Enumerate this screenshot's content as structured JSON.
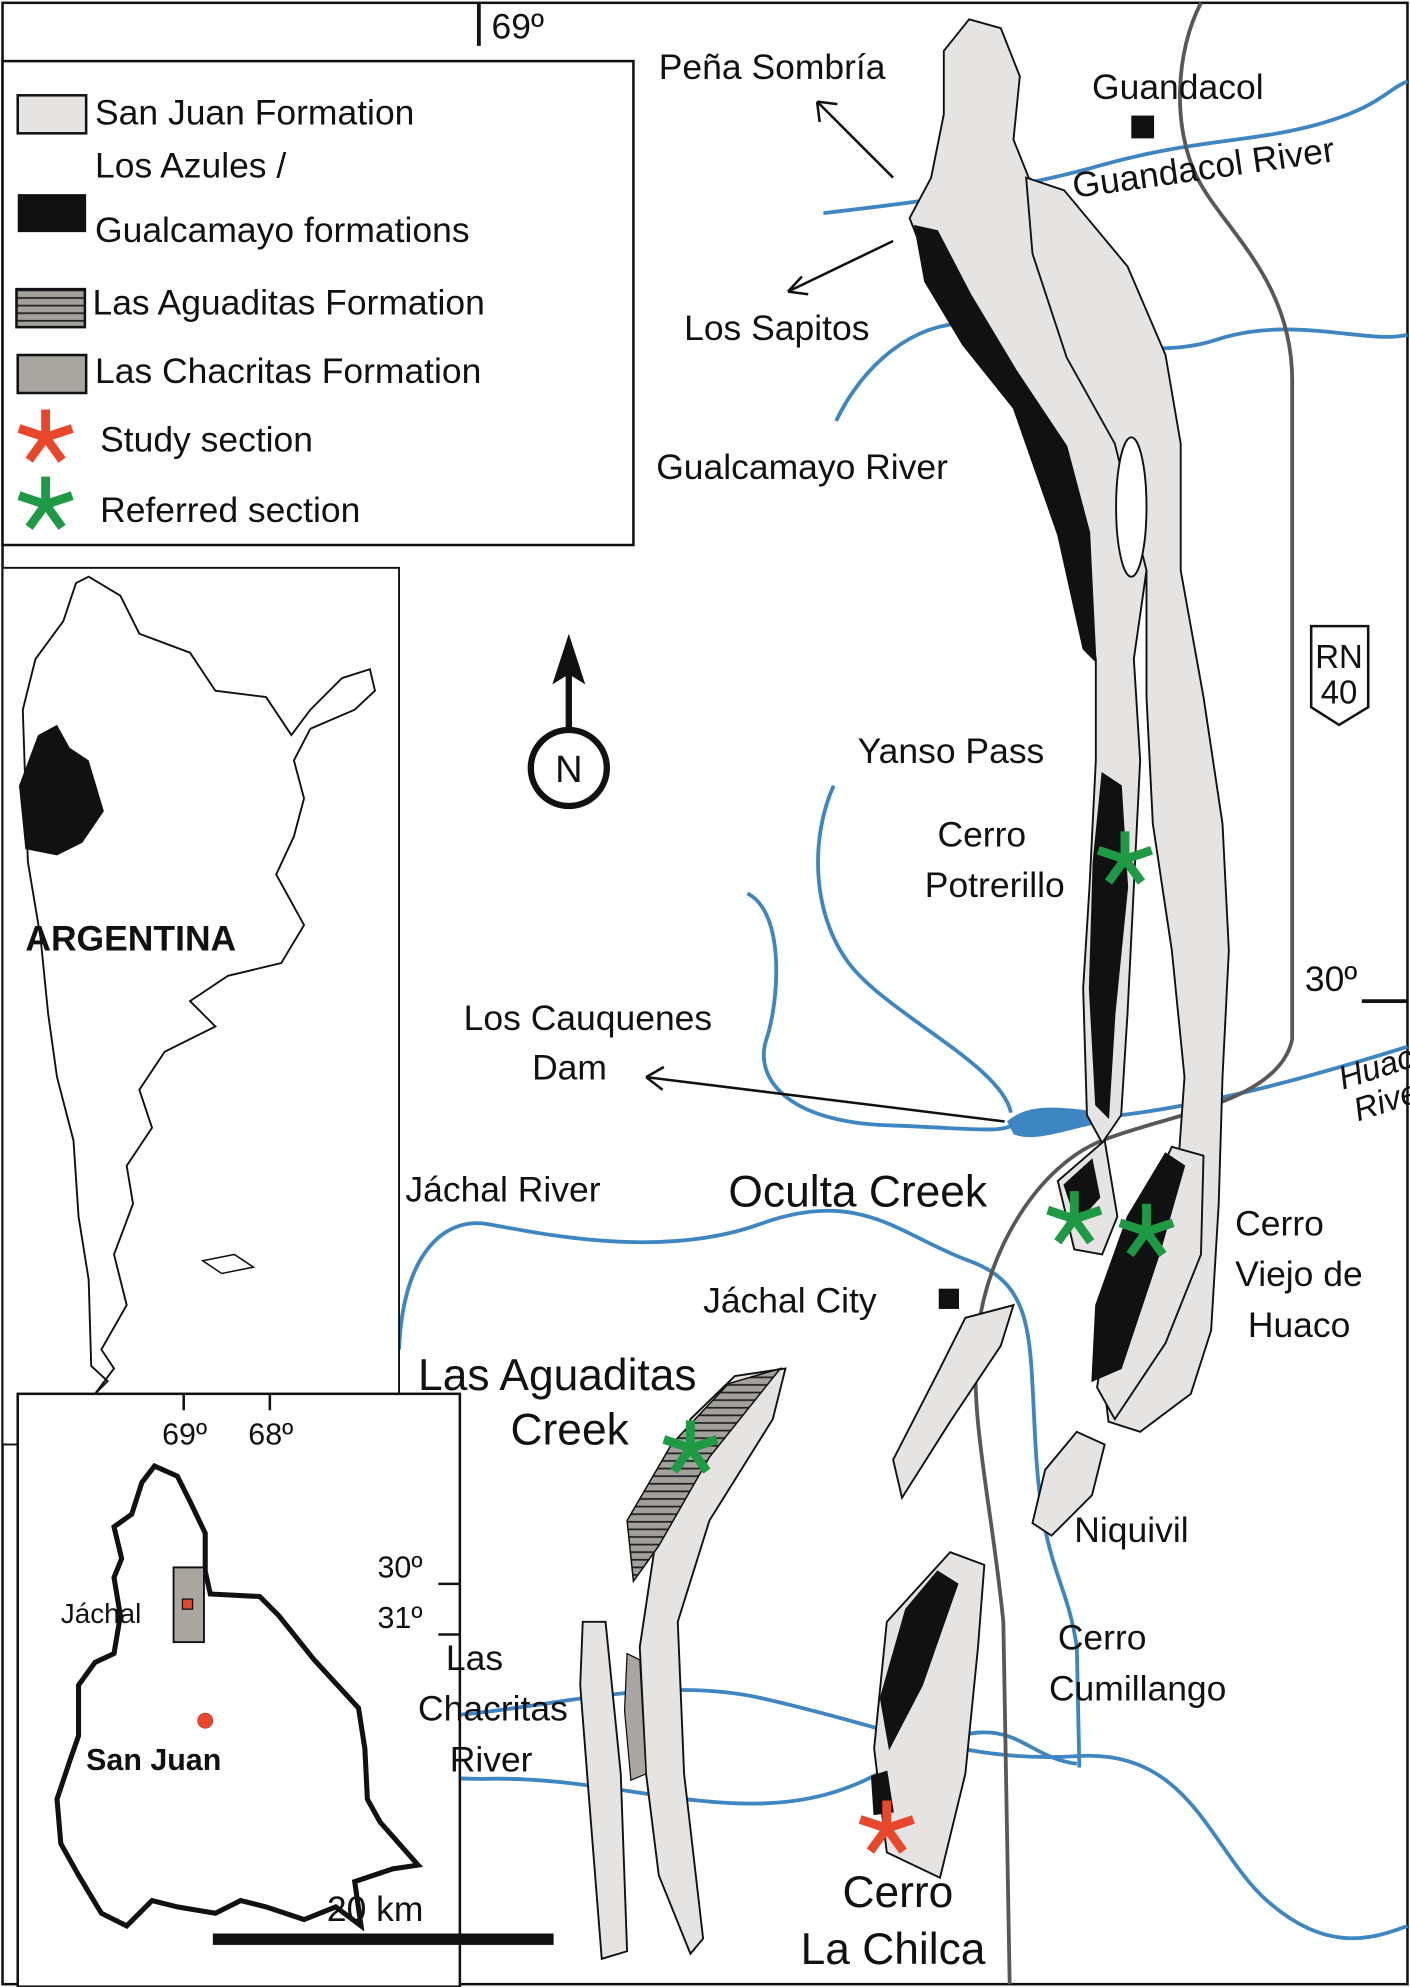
{
  "legend": {
    "items": [
      {
        "label": "San Juan Formation",
        "color": "#e6e4e2"
      },
      {
        "label_line1": "Los Azules /",
        "label_line2": "Gualcamayo formations",
        "color": "#111111"
      },
      {
        "label": "Las Aguaditas Formation",
        "color": "#9e9b97",
        "pattern": "horizontal-hatch"
      },
      {
        "label": "Las Chacritas Formation",
        "color": "#a9a6a2"
      },
      {
        "label": "Study section",
        "color": "#e8472c",
        "icon": "asterisk-icon"
      },
      {
        "label": "Referred section",
        "color": "#1e9a44",
        "icon": "asterisk-icon"
      }
    ]
  },
  "coordinates": {
    "lon_top": "69º",
    "lat_right": "30º"
  },
  "overview_map": {
    "country": "ARGENTINA"
  },
  "inset": {
    "lon1": "69º",
    "lon2": "68º",
    "lat1": "30º",
    "lat2": "31º",
    "town": "Jáchal",
    "province": "San Juan"
  },
  "places": {
    "pena_sombria": "Peña Sombría",
    "los_sapitos": "Los Sapitos",
    "guandacol": "Guandacol",
    "guandacol_river": "Guandacol River",
    "gualcamayo_river": "Gualcamayo River",
    "yanso_pass": "Yanso Pass",
    "cerro_potrerillo_1": "Cerro",
    "cerro_potrerillo_2": "Potrerillo",
    "rn40_1": "RN",
    "rn40_2": "40",
    "los_cauquenes_1": "Los Cauquenes",
    "los_cauquenes_2": "Dam",
    "huaco_river_1": "Huaco",
    "huaco_river_2": "River",
    "jachal_river": "Jáchal River",
    "oculta_creek": "Oculta Creek",
    "cerro_viejo_1": "Cerro",
    "cerro_viejo_2": "Viejo de",
    "cerro_viejo_3": "Huaco",
    "jachal_city": "Jáchal City",
    "las_aguaditas_1": "Las Aguaditas",
    "las_aguaditas_2": "Creek",
    "niquivil": "Niquivil",
    "cerro_cumillango_1": "Cerro",
    "cerro_cumillango_2": "Cumillango",
    "las_chacritas_1": "Las",
    "las_chacritas_2": "Chacritas",
    "las_chacritas_3": "River",
    "cerro_la_chilca_1": "Cerro",
    "cerro_la_chilca_2": "La Chilca"
  },
  "north_arrow": "N",
  "scale_bar": "20 km"
}
